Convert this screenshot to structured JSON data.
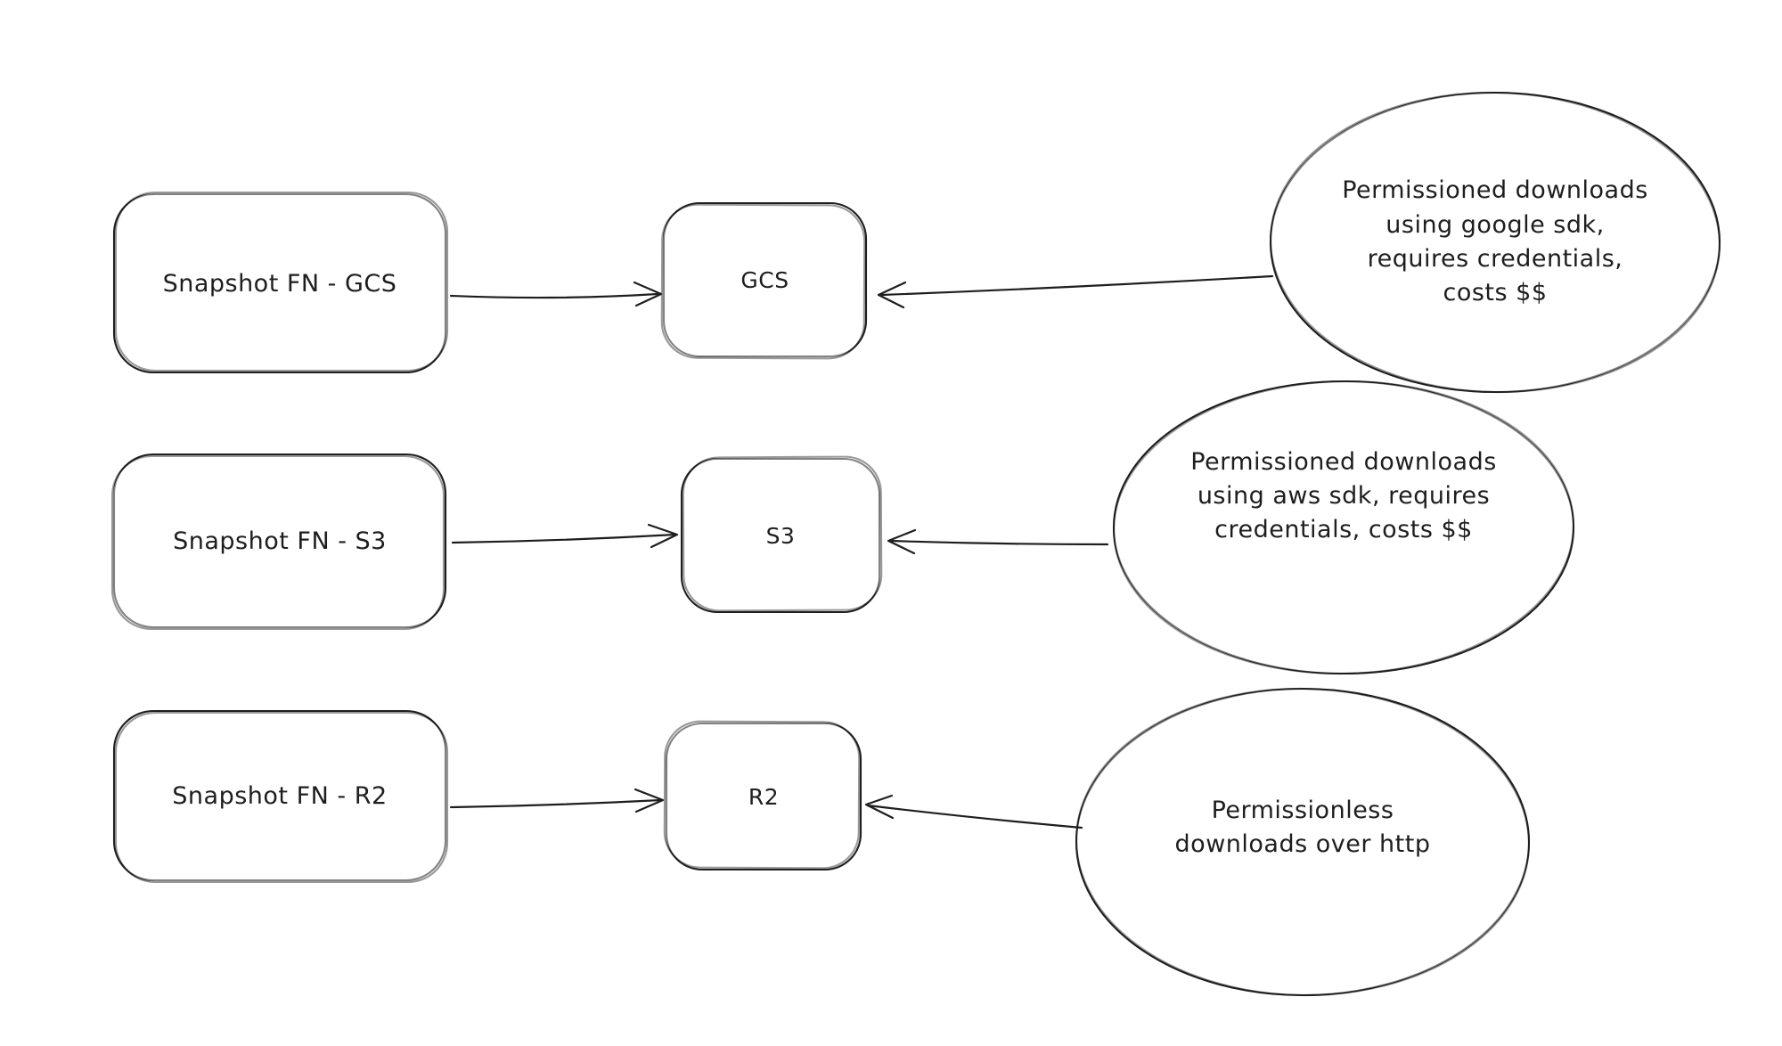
{
  "diagram": {
    "background_color": "#ffffff",
    "ink_color": "#1e1e1e",
    "source_nodes": [
      {
        "id": "snapshot-fn-gcs",
        "label": "Snapshot FN - GCS",
        "shape": "rounded-rectangle"
      },
      {
        "id": "snapshot-fn-s3",
        "label": "Snapshot FN - S3",
        "shape": "rounded-rectangle"
      },
      {
        "id": "snapshot-fn-r2",
        "label": "Snapshot FN - R2",
        "shape": "rounded-rectangle"
      }
    ],
    "storage_nodes": [
      {
        "id": "gcs",
        "label": "GCS",
        "shape": "rounded-rectangle"
      },
      {
        "id": "s3",
        "label": "S3",
        "shape": "rounded-rectangle"
      },
      {
        "id": "r2",
        "label": "R2",
        "shape": "rounded-rectangle"
      }
    ],
    "annotation_nodes": [
      {
        "id": "note-gcs",
        "label": "Permissioned downloads\nusing google sdk,\nrequires credentials,\ncosts $$",
        "shape": "ellipse"
      },
      {
        "id": "note-s3",
        "label": "Permissioned downloads\nusing aws sdk, requires\ncredentials, costs $$",
        "shape": "ellipse"
      },
      {
        "id": "note-r2",
        "label": "Permissionless\ndownloads over http",
        "shape": "ellipse"
      }
    ],
    "edges": [
      {
        "from": "snapshot-fn-gcs",
        "to": "gcs",
        "arrowhead": "open",
        "direction": "right"
      },
      {
        "from": "note-gcs",
        "to": "gcs",
        "arrowhead": "open",
        "direction": "left"
      },
      {
        "from": "snapshot-fn-s3",
        "to": "s3",
        "arrowhead": "open",
        "direction": "right"
      },
      {
        "from": "note-s3",
        "to": "s3",
        "arrowhead": "open",
        "direction": "left"
      },
      {
        "from": "snapshot-fn-r2",
        "to": "r2",
        "arrowhead": "open",
        "direction": "right"
      },
      {
        "from": "note-r2",
        "to": "r2",
        "arrowhead": "open",
        "direction": "left"
      }
    ]
  }
}
